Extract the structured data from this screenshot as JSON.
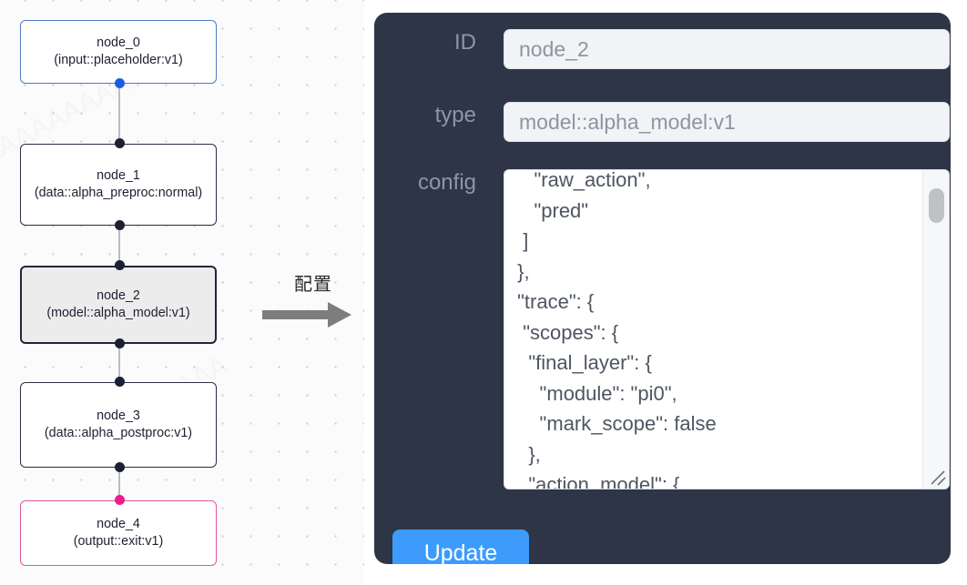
{
  "canvas": {
    "name": "node-graph-canvas",
    "nodes": [
      {
        "id": "node_0",
        "type": "(input::placeholder:v1)",
        "state": "input"
      },
      {
        "id": "node_1",
        "type": "(data::alpha_preproc:normal)",
        "state": "default"
      },
      {
        "id": "node_2",
        "type": "(model::alpha_model:v1)",
        "state": "selected"
      },
      {
        "id": "node_3",
        "type": "(data::alpha_postproc:v1)",
        "state": "default"
      },
      {
        "id": "node_4",
        "type": "(output::exit:v1)",
        "state": "output"
      }
    ],
    "edges": [
      {
        "from": "node_0",
        "to": "node_1"
      },
      {
        "from": "node_1",
        "to": "node_2"
      },
      {
        "from": "node_2",
        "to": "node_3"
      },
      {
        "from": "node_3",
        "to": "node_4"
      }
    ],
    "colors": {
      "input_border": "#4d7bc4",
      "default_border": "#2a2e43",
      "selected_fill": "#ececec",
      "output_border": "#e2549c",
      "input_port": "#1b5ce0",
      "output_port": "#ec1d8a",
      "edge": "#b9bcc4",
      "dot_grid": "#c9ccd4"
    }
  },
  "annotation": {
    "label": "配置",
    "arrow_icon": "arrow-right-icon",
    "arrow_color": "#7d7d7d"
  },
  "inspector": {
    "panel_bg": "#2e3547",
    "fields": [
      {
        "key": "id",
        "label": "ID",
        "value": "node_2"
      },
      {
        "key": "type",
        "label": "type",
        "value": "model::alpha_model:v1"
      },
      {
        "key": "config",
        "label": "config",
        "value": "    \"raw_action\",\n    \"pred\"\n  ]\n },\n \"trace\": {\n  \"scopes\": {\n   \"final_layer\": {\n     \"module\": \"pi0\",\n     \"mark_scope\": false\n   },\n   \"action_model\": {"
      }
    ],
    "config_scrollbar": {
      "name": "config-scrollbar",
      "thumb_position": "near-top"
    },
    "update_button": {
      "label": "Update",
      "color": "#3d9bfc"
    }
  }
}
